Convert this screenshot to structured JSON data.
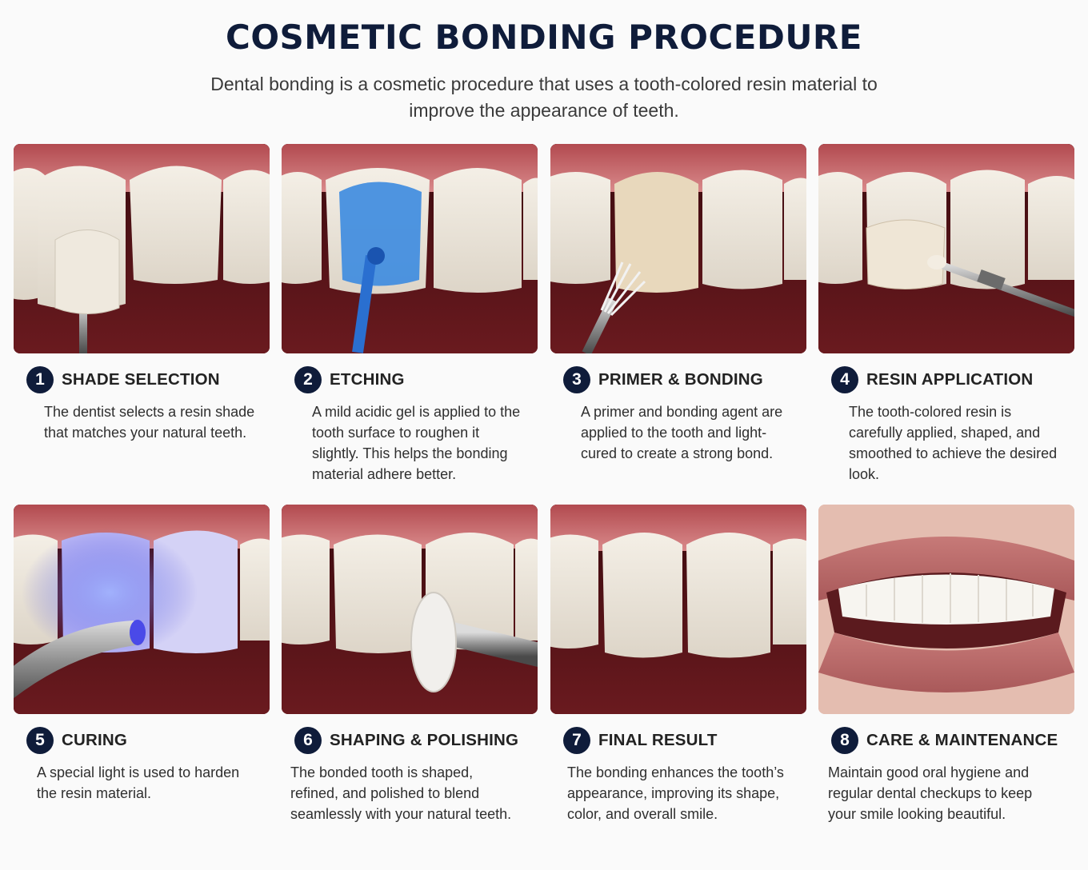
{
  "title": "COSMETIC BONDING PROCEDURE",
  "subtitle": "Dental bonding is a cosmetic procedure that uses a tooth-colored resin material to improve the appearance of teeth.",
  "colors": {
    "navy": "#0f1c3a",
    "gum": "#c9676b",
    "mouth": "#5a1419",
    "tooth": "#ece6dc"
  },
  "steps": [
    {
      "number": "1",
      "title": "SHADE SELECTION",
      "description": "The dentist selects a resin shade that matches your natural teeth."
    },
    {
      "number": "2",
      "title": "ETCHING",
      "description": "A mild acidic gel is applied to the tooth surface to roughen it slightly. This helps the bonding material adhere better."
    },
    {
      "number": "3",
      "title": "PRIMER & BONDING",
      "description": "A primer and bonding agent are applied to the tooth and light-cured to create a strong bond."
    },
    {
      "number": "4",
      "title": "RESIN APPLICATION",
      "description": "The tooth-colored resin is carefully applied, shaped, and smoothed to achieve the desired look."
    },
    {
      "number": "5",
      "title": "CURING",
      "description": "A special light is used to harden the resin material."
    },
    {
      "number": "6",
      "title": "SHAPING & POLISHING",
      "description": "The bonded tooth is shaped, refined, and polished to blend seamlessly with your natural teeth."
    },
    {
      "number": "7",
      "title": "FINAL RESULT",
      "description": "The bonding enhances the tooth’s appearance, improving its shape, color, and overall smile."
    },
    {
      "number": "8",
      "title": "CARE & MAINTENANCE",
      "description": "Maintain good oral hygiene and regular dental checkups to keep your smile looking beautiful."
    }
  ]
}
